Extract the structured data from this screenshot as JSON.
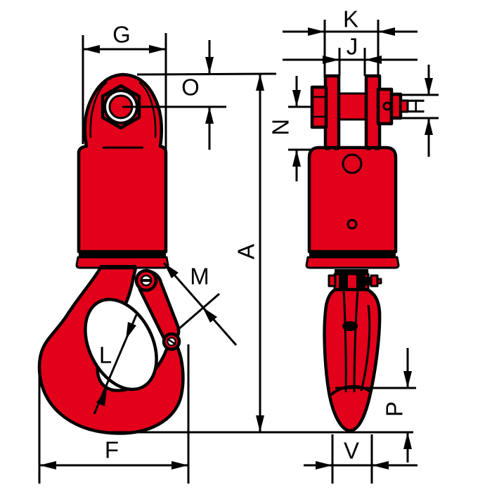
{
  "diagram": {
    "type": "technical-dimension-drawing",
    "subject": "swivel hook with safety latch, front view and side view",
    "colors": {
      "part": "#e2001a",
      "line": "#000000",
      "background": "#ffffff"
    },
    "views": {
      "front": "front view",
      "side": "side view"
    },
    "dims": {
      "G": "G",
      "O": "O",
      "A": "A",
      "M": "M",
      "L": "L",
      "F": "F",
      "K": "K",
      "J": "J",
      "H": "H",
      "N": "N",
      "P": "P",
      "V": "V"
    }
  }
}
